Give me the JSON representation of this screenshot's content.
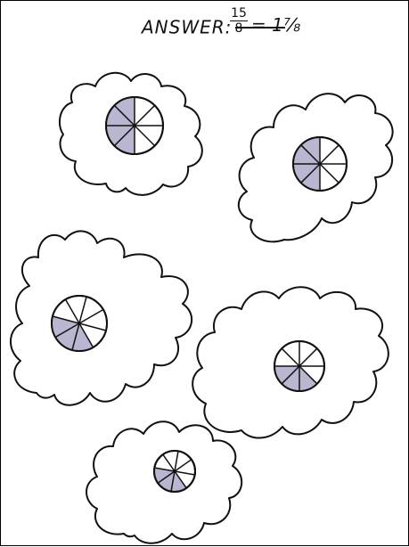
{
  "answer": {
    "label": "ANSWER:",
    "fraction_numerator": "15",
    "fraction_denominator": "8",
    "equals_mixed": "= 1⅞"
  },
  "colors": {
    "shading": "#b8b6d0",
    "ink": "#111111",
    "paper": "#ffffff"
  },
  "flowers": [
    {
      "name": "top-left",
      "slices": 8,
      "shaded": 4
    },
    {
      "name": "top-right",
      "slices": 8,
      "shaded": 4
    },
    {
      "name": "middle-left",
      "slices": 8,
      "shaded": 3
    },
    {
      "name": "middle-right",
      "slices": 8,
      "shaded": 3
    },
    {
      "name": "bottom",
      "slices": 8,
      "shaded": 3
    }
  ]
}
